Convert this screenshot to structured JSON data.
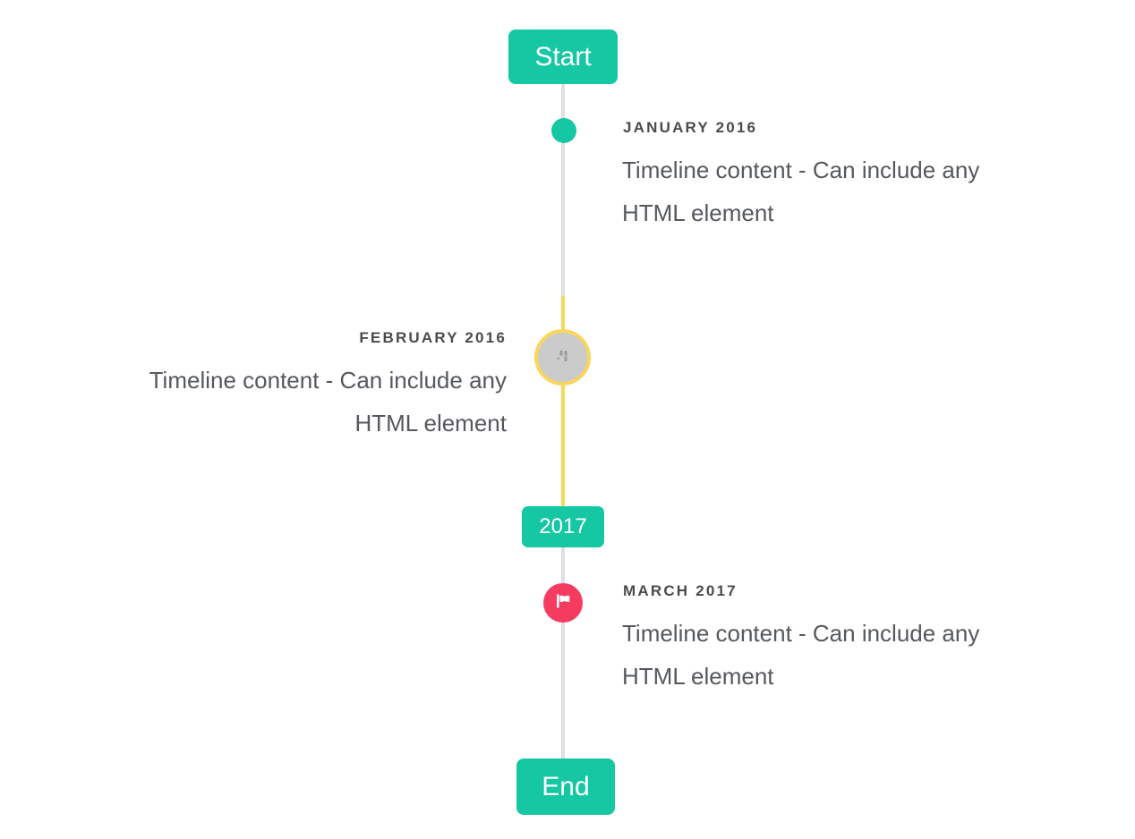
{
  "page": {
    "background": "#ffffff"
  },
  "timeline": {
    "start_badge": "Start",
    "year_badge": "2017",
    "end_badge": "End",
    "colors": {
      "accent_teal": "#15c7a3",
      "highlight_yellow": "#fbd65d",
      "flag_red": "#f53b60",
      "line_gray": "#e0e0e0",
      "marker_gray_fill": "#cbcbcb",
      "title_text": "#4b4b4d",
      "content_text": "#55585d"
    },
    "events": [
      {
        "title": "JANUARY 2016",
        "side": "right",
        "marker": "teal-dot",
        "content_lines": [
          "Timeline content - Can include any",
          "HTML element"
        ]
      },
      {
        "title": "FEBRUARY 2016",
        "side": "left",
        "marker": "broken-image-circle",
        "content_lines": [
          "Timeline content - Can include any",
          "HTML element"
        ]
      },
      {
        "title": "MARCH 2017",
        "side": "right",
        "marker": "flag-circle",
        "content_lines": [
          "Timeline content - Can include any",
          "HTML element"
        ]
      }
    ]
  }
}
